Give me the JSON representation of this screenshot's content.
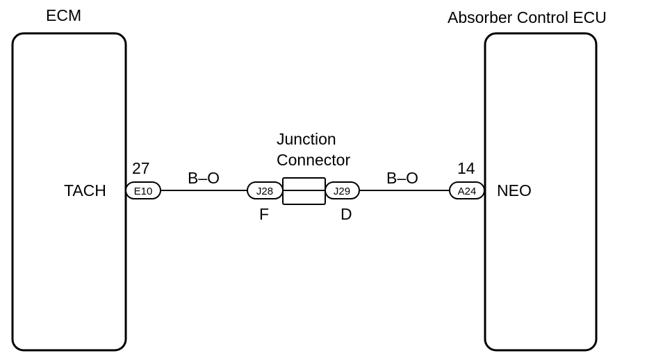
{
  "ecm": {
    "title": "ECM",
    "terminal_label": "TACH",
    "pin_number": "27",
    "connector_code": "E10"
  },
  "absorber_ecu": {
    "title": "Absorber Control ECU",
    "terminal_label": "NEO",
    "pin_number": "14",
    "connector_code": "A24"
  },
  "junction": {
    "title_line1": "Junction",
    "title_line2": "Connector",
    "left_connector_code": "J28",
    "left_terminal": "F",
    "right_connector_code": "J29",
    "right_terminal": "D"
  },
  "wires": {
    "left_color_code": "B–O",
    "right_color_code": "B–O"
  }
}
